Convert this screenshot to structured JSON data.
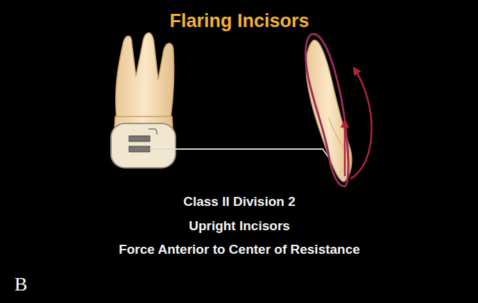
{
  "diagram": {
    "title": "Flaring Incisors",
    "labels": [
      "Class II Division 2",
      "Upright Incisors",
      "Force Anterior to Center of Resistance",
      "B"
    ]
  }
}
